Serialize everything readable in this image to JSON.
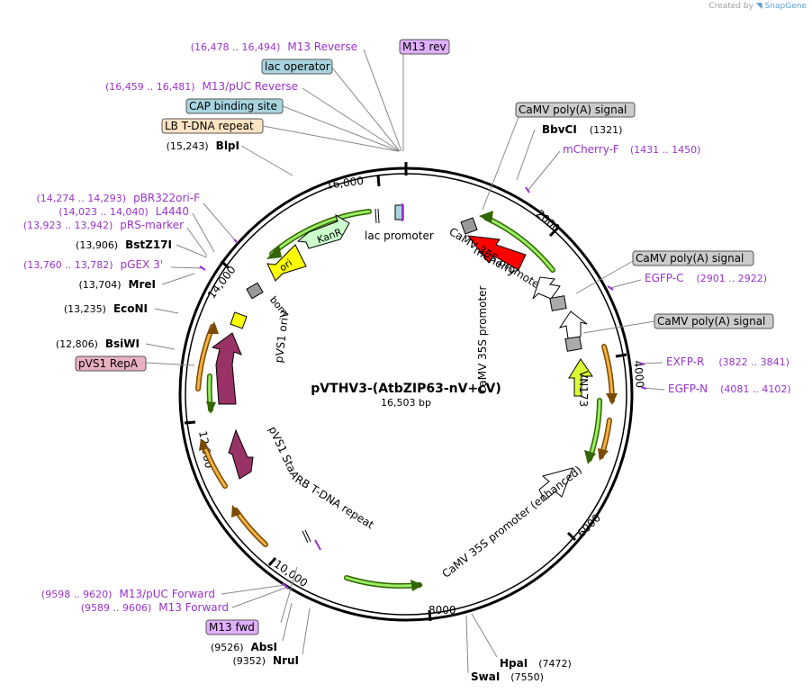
{
  "credit": {
    "prefix": "Created by",
    "brand": "SnapGene"
  },
  "plasmid": {
    "name": "pVTHV3-(AtbZIP63-nV+cV)",
    "length": "16,503 bp"
  },
  "ticks": [
    "16,000",
    "2000",
    "4000",
    "6000",
    "8000",
    "10,000",
    "12,000",
    "14,000"
  ],
  "boxed_labels": {
    "m13_rev": "M13 rev",
    "lac_operator": "lac operator",
    "cap_site": "CAP binding site",
    "lb_repeat": "LB T-DNA repeat",
    "camv_polya_1": "CaMV poly(A) signal",
    "camv_polya_2": "CaMV poly(A) signal",
    "camv_polya_3": "CaMV poly(A) signal",
    "pvs1_repa": "pVS1 RepA",
    "m13_fwd": "M13 fwd"
  },
  "primers": [
    {
      "range": "(16,478 .. 16,494)",
      "name": "M13 Reverse"
    },
    {
      "range": "(16,459 .. 16,481)",
      "name": "M13/pUC Reverse"
    },
    {
      "range": "(14,274 .. 14,293)",
      "name": "pBR322ori-F"
    },
    {
      "range": "(14,023 .. 14,040)",
      "name": "L4440"
    },
    {
      "range": "(13,923 .. 13,942)",
      "name": "pRS-marker"
    },
    {
      "range": "(13,760 .. 13,782)",
      "name": "pGEX 3'"
    },
    {
      "name": "mCherry-F",
      "range": "(1431 .. 1450)"
    },
    {
      "name": "EGFP-C",
      "range": "(2901 .. 2922)"
    },
    {
      "name": "EXFP-R",
      "range": "(3822 .. 3841)"
    },
    {
      "name": "EGFP-N",
      "range": "(4081 .. 4102)"
    },
    {
      "range": "(9598 .. 9620)",
      "name": "M13/pUC Forward"
    },
    {
      "range": "(9589 .. 9606)",
      "name": "M13 Forward"
    }
  ],
  "enzymes": [
    {
      "pos": "(15,243)",
      "name": "BlpI"
    },
    {
      "name": "BbvCI",
      "pos": "(1321)"
    },
    {
      "pos": "(13,906)",
      "name": "BstZ17I"
    },
    {
      "pos": "(13,704)",
      "name": "MreI"
    },
    {
      "pos": "(13,235)",
      "name": "EcoNI"
    },
    {
      "pos": "(12,806)",
      "name": "BsiWI"
    },
    {
      "pos": "(9526)",
      "name": "AbsI"
    },
    {
      "pos": "(9352)",
      "name": "NruI"
    },
    {
      "name": "HpaI",
      "pos": "(7472)"
    },
    {
      "name": "SwaI",
      "pos": "(7550)"
    }
  ],
  "features": {
    "lac_promoter": "lac promoter",
    "kanr": "KanR",
    "ori": "ori",
    "bom": "bom",
    "mcherry": "mCherry",
    "camv35s_1": "CaMV 35S promoter",
    "camv35s_2": "CaMV 35S promoter",
    "vn173": "VN173",
    "camv35s_enh": "CaMV 35S promoter (enhanced)",
    "pvs1_oriv": "pVS1 oriV",
    "pvs1_staa": "pVS1 StaA",
    "rb_repeat": "RB T-DNA repeat"
  },
  "colors": {
    "primer": "#9933cc",
    "enzyme": "#000000",
    "green_arc": "#66cc33",
    "orange_arc": "#f5b041",
    "kanr": "#ccffcc",
    "ori": "#ffff00",
    "mcherry": "#ff0000",
    "vn173": "#ddff33",
    "pvs1": "#993366",
    "box_gray": "#cccccc",
    "box_blue": "#a8d4e0",
    "box_peach": "#ffe4c4",
    "box_purple": "#e0b0ff",
    "box_pink": "#e8b0c0"
  }
}
